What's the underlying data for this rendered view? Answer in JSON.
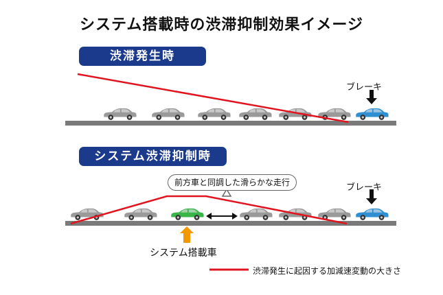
{
  "title": "システム搭載時の渋滞抑制効果イメージ",
  "panels": [
    {
      "label": "渋滞発生時",
      "brake_label": "ブレーキ"
    },
    {
      "label": "システム渋滞抑制時",
      "brake_label": "ブレーキ",
      "callout": "前方車と同調した滑らかな走行",
      "own_car_label": "システム搭載車"
    }
  ],
  "legend": {
    "text": "渋滞発生に起因する加減速変動の大きさ"
  },
  "colors": {
    "banner": "#1b3a8c",
    "accel_line": "#e0141e",
    "gray_car": "#9a9a9a",
    "brake_car": "#2f8fd0",
    "own_car": "#3ab54a",
    "arrow": "#f39800",
    "road": "#7a7a7a"
  }
}
